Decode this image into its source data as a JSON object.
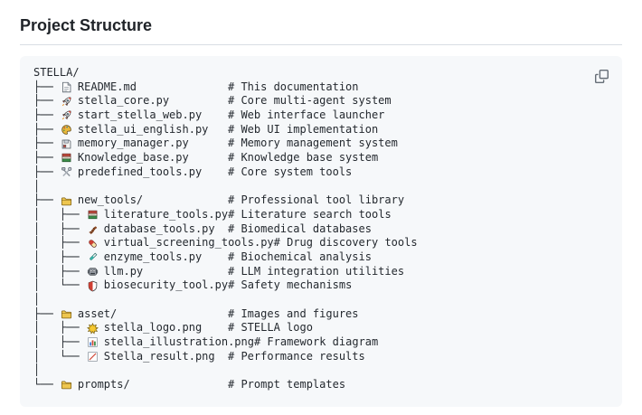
{
  "header": {
    "title": "Project Structure"
  },
  "colors": {
    "code_background": "#f6f8fa",
    "text": "#1f2328",
    "divider": "#d8dee4",
    "muted_icon": "#656d76",
    "folder_yellow": "#eec64f",
    "accent_red": "#cf3f33",
    "accent_teal": "#35b5a9"
  },
  "code_block": {
    "copy_icon": "copy-icon",
    "tree": [
      {
        "prefix": "STELLA/",
        "icon": null,
        "name": "",
        "comment": null
      },
      {
        "prefix": "├── ",
        "icon": "file-icon",
        "name": "README.md",
        "comment": "# This documentation"
      },
      {
        "prefix": "├── ",
        "icon": "rocket-icon",
        "name": "stella_core.py",
        "comment": "# Core multi-agent system"
      },
      {
        "prefix": "├── ",
        "icon": "rocket-icon",
        "name": "start_stella_web.py",
        "comment": "# Web interface launcher"
      },
      {
        "prefix": "├── ",
        "icon": "palette-icon",
        "name": "stella_ui_english.py",
        "comment": "# Web UI implementation"
      },
      {
        "prefix": "├── ",
        "icon": "floppy-icon",
        "name": "memory_manager.py",
        "comment": "# Memory management system"
      },
      {
        "prefix": "├── ",
        "icon": "books-icon",
        "name": "Knowledge_base.py",
        "comment": "# Knowledge base system"
      },
      {
        "prefix": "├── ",
        "icon": "tools-icon",
        "name": "predefined_tools.py",
        "comment": "# Core system tools"
      },
      {
        "prefix": "│",
        "icon": null,
        "name": "",
        "comment": null
      },
      {
        "prefix": "├── ",
        "icon": "folder-icon",
        "name": "new_tools/",
        "comment": "# Professional tool library"
      },
      {
        "prefix": "│   ├── ",
        "icon": "books-icon",
        "name": "literature_tools.py",
        "comment": "# Literature search tools"
      },
      {
        "prefix": "│   ├── ",
        "icon": "dna-icon",
        "name": "database_tools.py",
        "comment": "# Biomedical databases"
      },
      {
        "prefix": "│   ├── ",
        "icon": "pill-icon",
        "name": "virtual_screening_tools.py",
        "comment": "# Drug discovery tools"
      },
      {
        "prefix": "│   ├── ",
        "icon": "testtube-icon",
        "name": "enzyme_tools.py",
        "comment": "# Biochemical analysis"
      },
      {
        "prefix": "│   ├── ",
        "icon": "robot-icon",
        "name": "llm.py",
        "comment": "# LLM integration utilities"
      },
      {
        "prefix": "│   └── ",
        "icon": "shield-icon",
        "name": "biosecurity_tool.py",
        "comment": "# Safety mechanisms"
      },
      {
        "prefix": "│",
        "icon": null,
        "name": "",
        "comment": null
      },
      {
        "prefix": "├── ",
        "icon": "folder-icon",
        "name": "asset/",
        "comment": "# Images and figures"
      },
      {
        "prefix": "│   ├── ",
        "icon": "star-icon",
        "name": "stella_logo.png",
        "comment": "# STELLA logo"
      },
      {
        "prefix": "│   ├── ",
        "icon": "barchart-icon",
        "name": "stella_illustration.png",
        "comment": "# Framework diagram"
      },
      {
        "prefix": "│   └── ",
        "icon": "linechart-icon",
        "name": "Stella_result.png",
        "comment": "# Performance results"
      },
      {
        "prefix": "│",
        "icon": null,
        "name": "",
        "comment": null
      },
      {
        "prefix": "└── ",
        "icon": "folder-icon",
        "name": "prompts/",
        "comment": "# Prompt templates"
      }
    ]
  }
}
